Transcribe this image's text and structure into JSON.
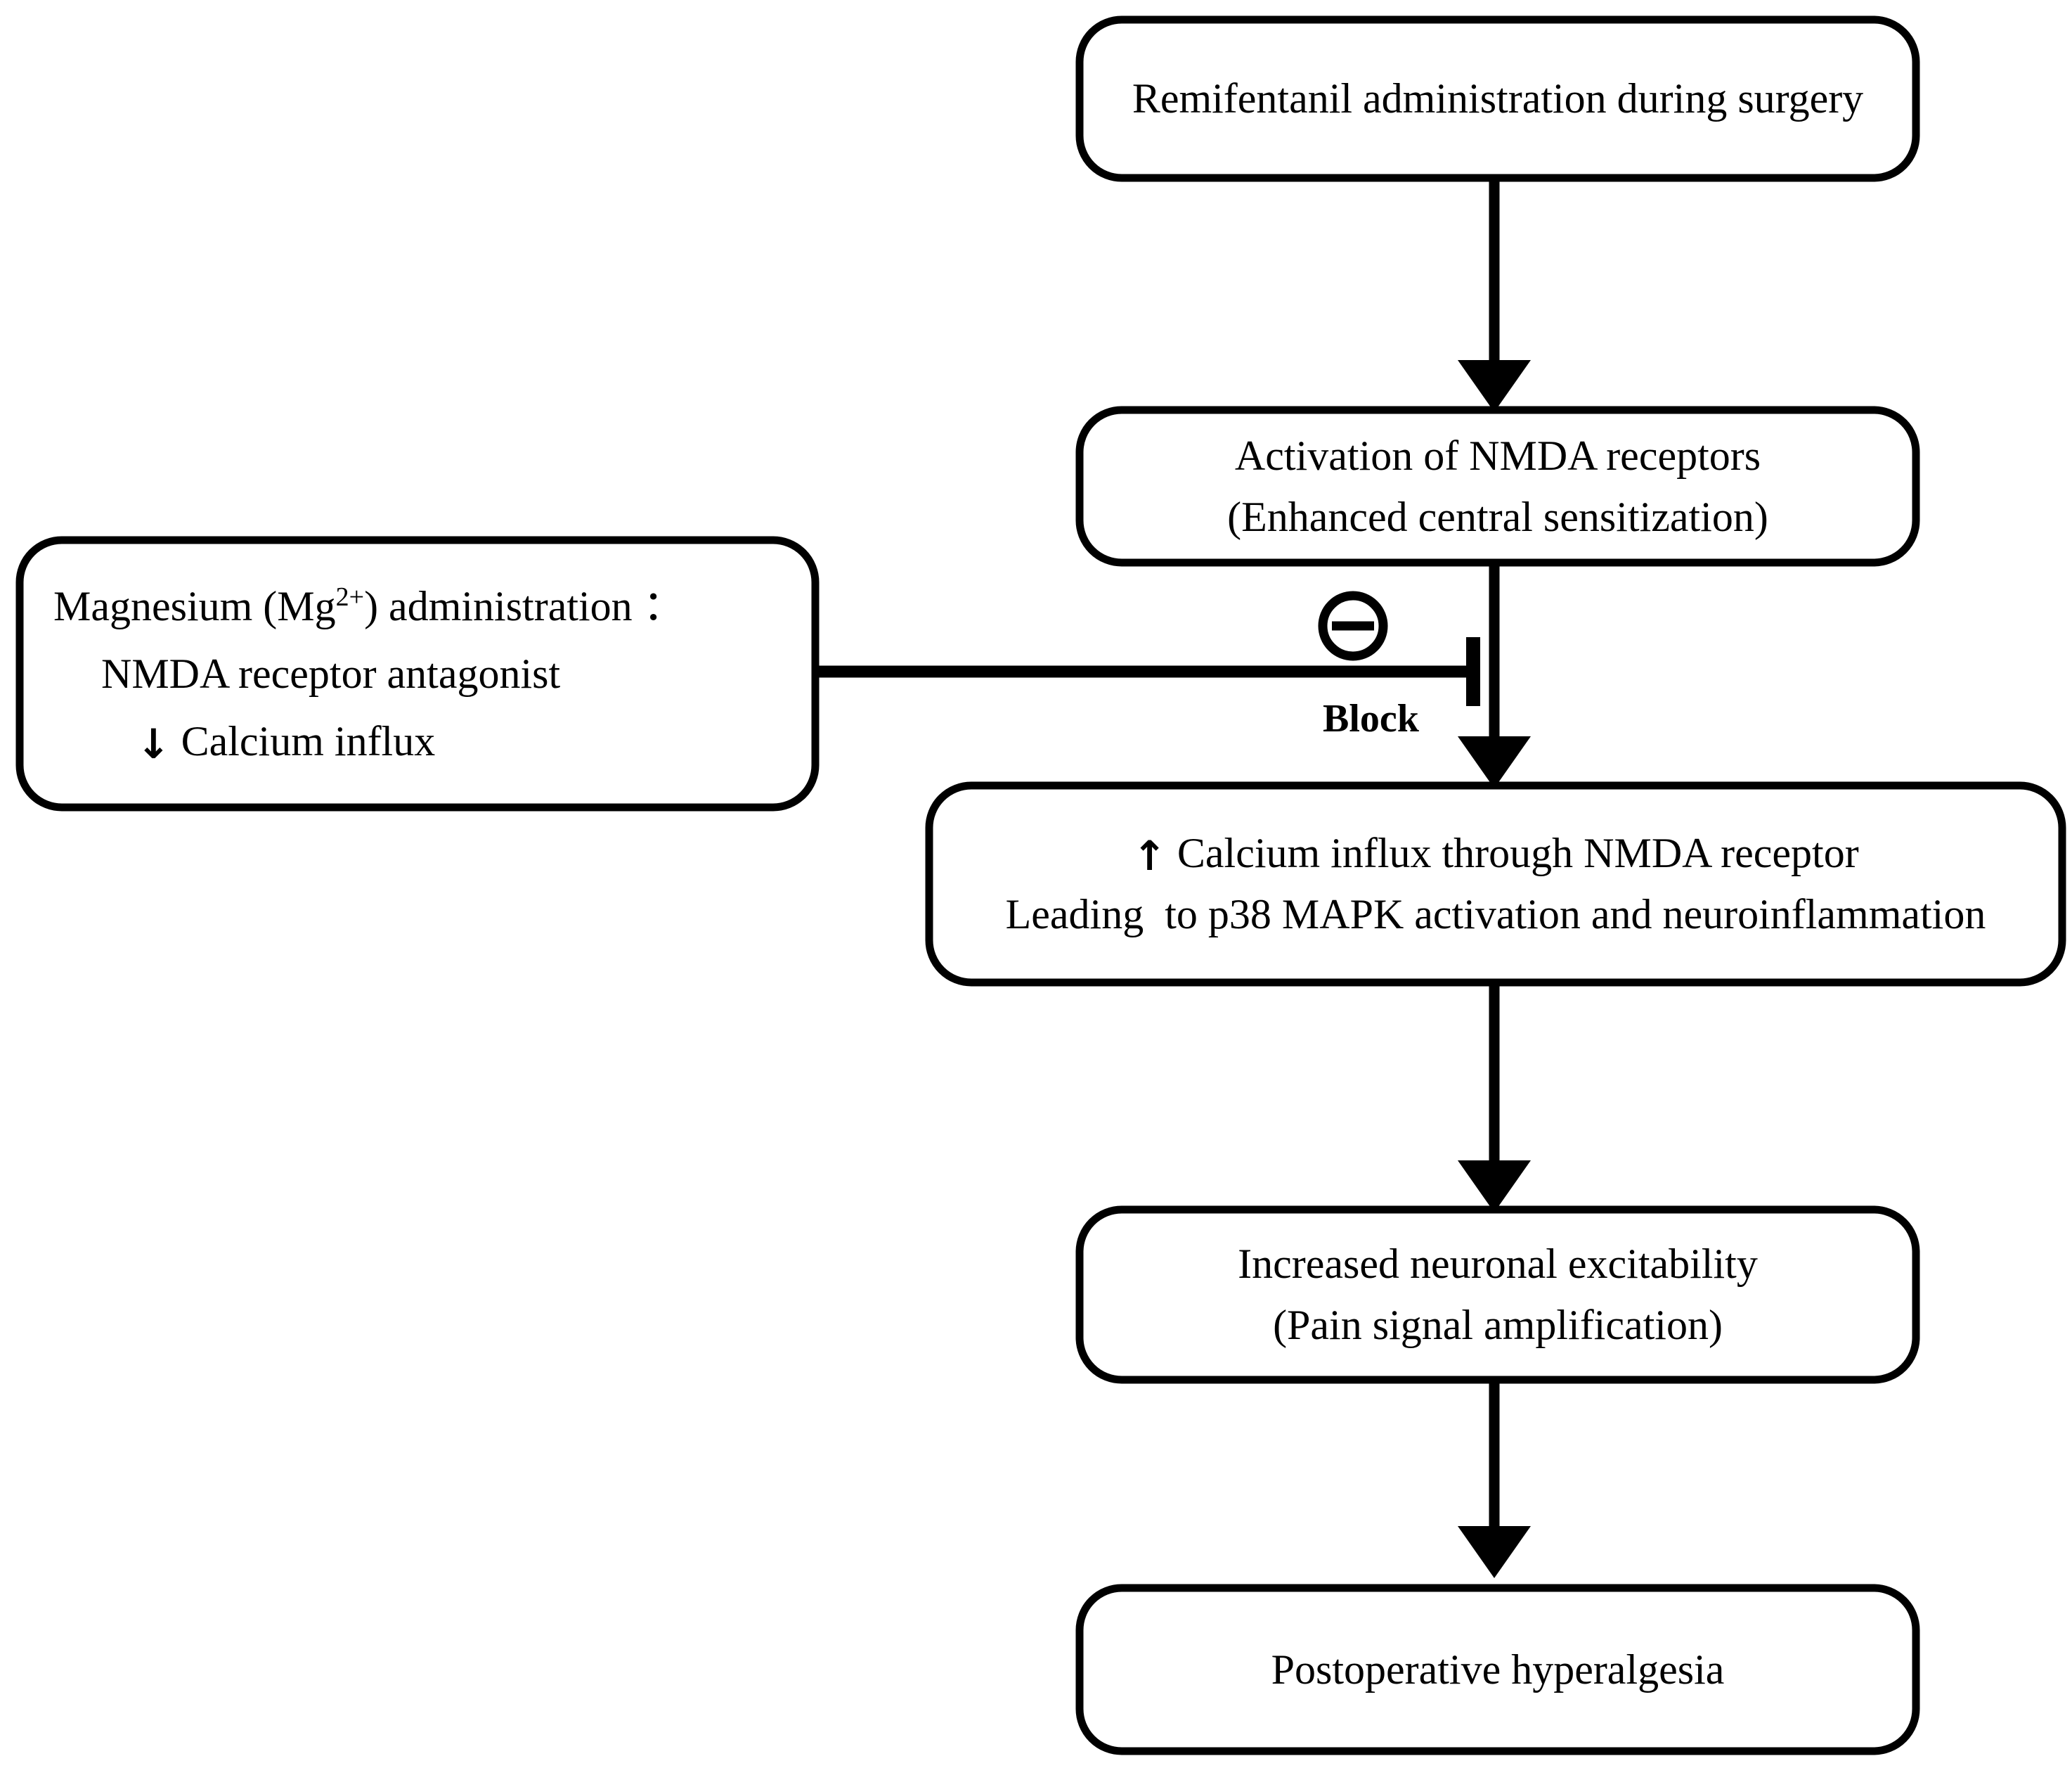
{
  "diagram": {
    "title": "Remifentanil-induced hyperalgesia pathway and magnesium block",
    "background_color": "#ffffff",
    "line_color": "#000000",
    "nodes": [
      {
        "id": "remifentanil",
        "shape": "rounded-rectangle",
        "lines": [
          "Remifentanil administration during surgery"
        ]
      },
      {
        "id": "nmda-activation",
        "shape": "rounded-rectangle",
        "lines": [
          "Activation of NMDA receptors",
          "(Enhanced central sensitization)"
        ]
      },
      {
        "id": "magnesium",
        "shape": "rounded-rectangle",
        "lines": [
          "Magnesium (Mg2+) administration ：",
          "NMDA receptor antagonist",
          "Calcium influx"
        ],
        "line1_prefix": "Magnesium (Mg",
        "line1_sup": "2+",
        "line1_suffix": ") administration ：",
        "line3_arrow": "↓",
        "line3_text": " Calcium influx"
      },
      {
        "id": "calcium-influx",
        "shape": "rounded-rectangle",
        "lines": [
          "Calcium influx through NMDA receptor",
          "Leading  to p38 MAPK activation and neuroinflammation"
        ],
        "line1_arrow": "↑",
        "line1_text": " Calcium influx through NMDA receptor",
        "line2_text": "Leading  to p38 MAPK activation and neuroinflammation"
      },
      {
        "id": "neuronal-excitability",
        "shape": "rounded-rectangle",
        "lines": [
          "Increased neuronal excitability",
          "(Pain signal amplification)"
        ]
      },
      {
        "id": "hyperalgesia",
        "shape": "rounded-rectangle",
        "lines": [
          "Postoperative hyperalgesia"
        ]
      }
    ],
    "edges": [
      {
        "id": "e1",
        "from": "remifentanil",
        "to": "nmda-activation",
        "type": "arrow"
      },
      {
        "id": "e2",
        "from": "nmda-activation",
        "to": "calcium-influx",
        "type": "arrow"
      },
      {
        "id": "e3",
        "from": "calcium-influx",
        "to": "neuronal-excitability",
        "type": "arrow"
      },
      {
        "id": "e4",
        "from": "neuronal-excitability",
        "to": "hyperalgesia",
        "type": "arrow"
      },
      {
        "id": "e5",
        "from": "magnesium",
        "to": "e2",
        "type": "inhibition",
        "label": "Block",
        "symbol": "⊖"
      }
    ],
    "inhibition": {
      "label": "Block",
      "symbol": "minus-in-circle"
    }
  }
}
